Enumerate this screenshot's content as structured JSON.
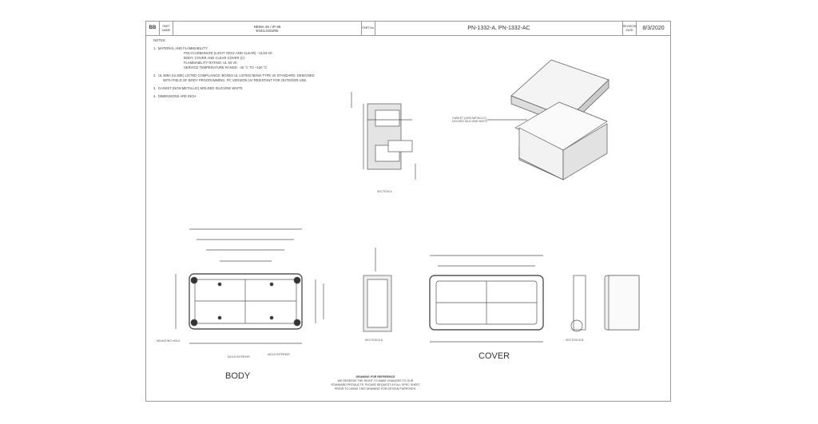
{
  "title_block": {
    "logo": "BB",
    "part_name_label": "PART NAME",
    "part_name": [
      "NEMA 4X / IP 65",
      "ENCLOSURE"
    ],
    "part_no_label": "PART No.",
    "part_numbers": "PN-1332-A, PN-1332-AC",
    "revision_label": "REVISION DATE",
    "date": "8/3/2020"
  },
  "notes": {
    "heading": "NOTES:",
    "items": [
      {
        "num": "1.",
        "text": "MATERIAL AND FLAMMABILITY:",
        "sub": [
          "POLYCARBONATE (LIGHT GRAY AND CLEAR) - UL94-V0",
          "BODY, COVER AND CLEAR COVER (C)",
          "FLAMMABILITY RATING: UL 94 V0",
          "SERVICE TEMPERATURE RANGE: -40 °C TO +120 °C"
        ]
      },
      {
        "num": "2.",
        "text": "UL 508A (UL50E) LISTED COMPLIANCE: BOXES UL LISTED NEMA TYPE 4X STANDARD. DESIGNED WITH FIELD OF BODY PROGRAMMING. PC VERSION UV RESISTANT FOR OUTDOOR USE."
      },
      {
        "num": "3.",
        "text": "GASKET (NON METALLIC) MOLDED SILICONE WHITE"
      },
      {
        "num": "4.",
        "text": "DIMENSIONS ARE INCH"
      }
    ]
  },
  "views": {
    "body_label": "BODY",
    "cover_label": "COVER",
    "section_label": "SECTION A",
    "gasket_callout": "GASKET (NON METALLIC) MOLDED SILICONE WHITE",
    "body_callouts": [
      "MOUNTING HOLE",
      "MOLD INTERIOR",
      "MOLD INTERIOR"
    ],
    "side_label": "SECTION A-A",
    "cover_side_label": "SECTION B-B"
  },
  "reference": {
    "heading": "DRAWING FOR REFERENCE",
    "lines": [
      "WE RESERVE THE RIGHT TO MAKE CHANGES TO OUR",
      "STANDARD PRODUCTS. PLEASE REQUEST A FULL SPEC SHEET",
      "PRIOR TO USING THIS DRAWING FOR DESIGN PURPOSES."
    ]
  }
}
